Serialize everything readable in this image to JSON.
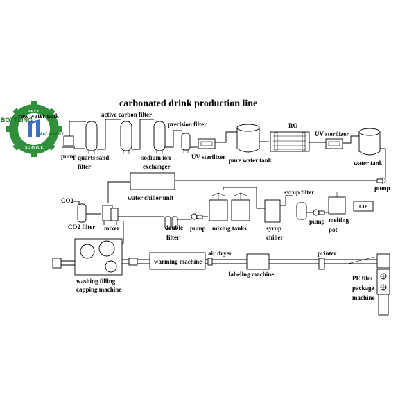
{
  "title": "carbonated drink production line",
  "logo": {
    "top_text": "FREE",
    "left_text": "BOTTLING",
    "right_text": "MACHINERY",
    "bottom_text": "SERVICE"
  },
  "labels": {
    "raw_water_tank": "raw water tank",
    "pump1": "pump",
    "quarts_sand": "quarts sand",
    "filter1": "filter",
    "active_carbon_filter": "active carbon filter",
    "sodium_ion": "sodium ion",
    "exchanger": "exchanger",
    "precision_filter": "precision filter",
    "uv_sterilizer1": "UV sterilizer",
    "pure_water_tank": "pure water tank",
    "ro": "RO",
    "uv_sterilizer2": "UV sterilizer",
    "water_tank": "water tank",
    "pump2": "pump",
    "water_chiller_unit": "water chiller unit",
    "co2": "CO2",
    "co2_filter": "CO2 filter",
    "mixer": "mixer",
    "double": "double",
    "filter2": "filter",
    "pump3": "pump",
    "mixing_tanks": "mixing tanks",
    "syrup": "syrup",
    "chiller": "chiller",
    "syrup_filter": "syrup filter",
    "pump4": "pump",
    "melting": "melting",
    "pot": "pot",
    "cip": "CIP",
    "washing_filling": "washing filling",
    "capping_machine": "capping machine",
    "warming_machine": "warming machine",
    "air_dryer": "air dryer",
    "labeling_machine": "labeling machine",
    "printer": "printer",
    "pe_film": "PE film",
    "package": "package",
    "machine": "machine"
  }
}
